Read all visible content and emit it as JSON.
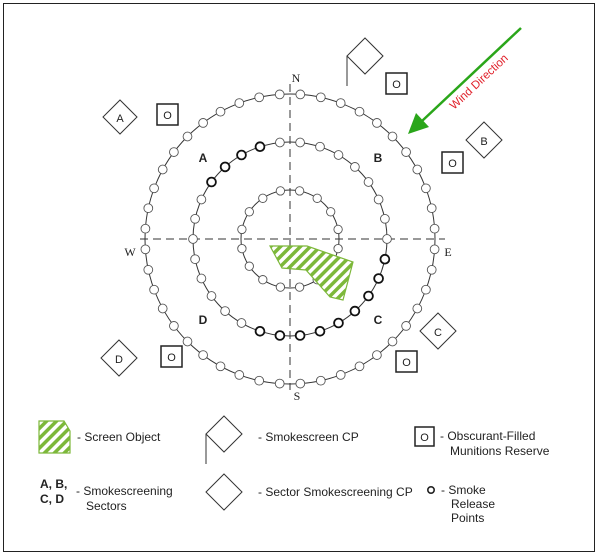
{
  "compass": {
    "north": "N",
    "south": "S",
    "east": "E",
    "west": "W"
  },
  "wind": {
    "label": "Wind Direction",
    "color": "#2aa61a",
    "label_color": "#e0202a"
  },
  "sectors": {
    "a": "A",
    "b": "B",
    "c": "C",
    "d": "D"
  },
  "sector_cp": {
    "a": "A",
    "b": "B",
    "c": "C",
    "d": "D"
  },
  "reserve_mark": "O",
  "screen_object_color": "#7db83a",
  "legend": {
    "screen_object": "- Screen Object",
    "smokescreen_cp": "- Smokescreen CP",
    "reserve_line1": "- Obscurant-Filled",
    "reserve_line2": "Munitions Reserve",
    "sectors_key_line1": "A, B,",
    "sectors_key_line2": "C, D",
    "sectors_line1": "- Smokescreening",
    "sectors_line2": "Sectors",
    "sector_cp": "- Sector Smokescreening CP",
    "release_line1": "- Smoke",
    "release_line2": "Release",
    "release_line3": "Points"
  }
}
